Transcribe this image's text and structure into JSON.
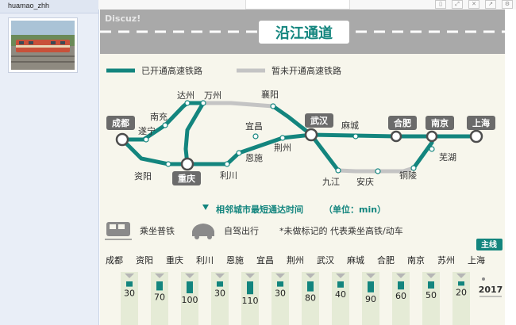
{
  "sidebar": {
    "username": "huamao_zhh"
  },
  "toolbar": {
    "icons": [
      "phone-icon",
      "expand-icon",
      "shrink-icon",
      "share-icon",
      "gear-icon"
    ]
  },
  "infographic": {
    "watermark": "Discuz!",
    "title": "沿江通道",
    "legend": {
      "open": "已开通高速铁路",
      "not_open": "暂未开通高速铁路"
    },
    "map": {
      "big_stations": [
        "成都",
        "重庆",
        "武汉",
        "合肥",
        "南京",
        "上海"
      ],
      "stations": [
        "南充",
        "遂宁",
        "资阳",
        "达州",
        "万州",
        "襄阳",
        "宜昌",
        "恩施",
        "利川",
        "荆州",
        "麻城",
        "九江",
        "安庆",
        "铜陵",
        "芜湖"
      ]
    },
    "section_title": "相邻城市最短通达时间",
    "unit": "（单位：min）",
    "key": {
      "train": "乘坐普铁",
      "car": "自驾出行",
      "note": "*未做标记的 代表乘坐高铁/动车"
    },
    "main_line_tag": "主线",
    "cities": [
      "成都",
      "资阳",
      "重庆",
      "利川",
      "恩施",
      "宜昌",
      "荆州",
      "武汉",
      "麻城",
      "合肥",
      "南京",
      "苏州",
      "上海"
    ],
    "times": [
      30,
      70,
      100,
      30,
      110,
      30,
      80,
      40,
      90,
      60,
      50,
      20
    ],
    "year": "2017",
    "colors": {
      "teal": "#13857e",
      "grey_line": "#c4c4c4",
      "background": "#f7f6ec",
      "title_bar": "#a9a9a9"
    }
  }
}
